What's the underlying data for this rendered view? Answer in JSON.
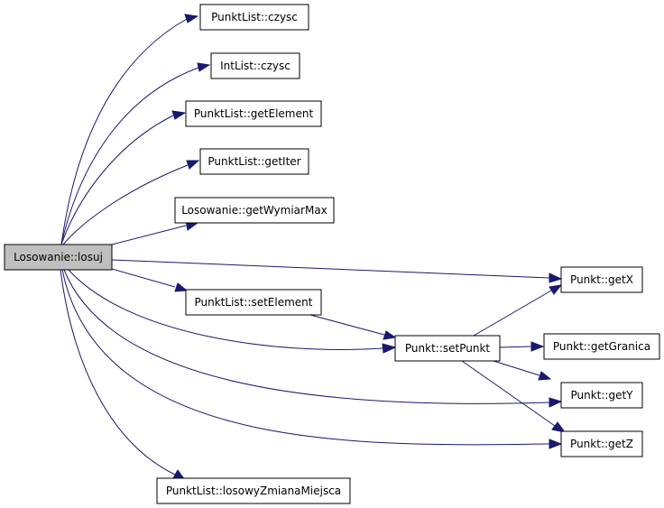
{
  "colors": {
    "edge": "#191970",
    "root_fill": "#bfbfbf",
    "node_fill": "#ffffff",
    "node_border": "#000000"
  },
  "nodes": {
    "losuj": "Losowanie::losuj",
    "czysc_punktlist": "PunktList::czysc",
    "czysc_intlist": "IntList::czysc",
    "getElement": "PunktList::getElement",
    "getIter": "PunktList::getIter",
    "getWymiarMax": "Losowanie::getWymiarMax",
    "setElement": "PunktList::setElement",
    "setPunkt": "Punkt::setPunkt",
    "getX": "Punkt::getX",
    "getGranica": "Punkt::getGranica",
    "getY": "Punkt::getY",
    "getZ": "Punkt::getZ",
    "losowyZmianaMiejsca": "PunktList::losowyZmianaMiejsca"
  },
  "edges": [
    [
      "losuj",
      "czysc_punktlist"
    ],
    [
      "losuj",
      "czysc_intlist"
    ],
    [
      "losuj",
      "getElement"
    ],
    [
      "losuj",
      "getIter"
    ],
    [
      "losuj",
      "getWymiarMax"
    ],
    [
      "losuj",
      "getX"
    ],
    [
      "losuj",
      "setElement"
    ],
    [
      "losuj",
      "setPunkt"
    ],
    [
      "losuj",
      "getY"
    ],
    [
      "losuj",
      "getZ"
    ],
    [
      "losuj",
      "losowyZmianaMiejsca"
    ],
    [
      "setElement",
      "setPunkt"
    ],
    [
      "setPunkt",
      "getX"
    ],
    [
      "setPunkt",
      "getGranica"
    ],
    [
      "setPunkt",
      "getY"
    ],
    [
      "setPunkt",
      "getZ"
    ]
  ]
}
